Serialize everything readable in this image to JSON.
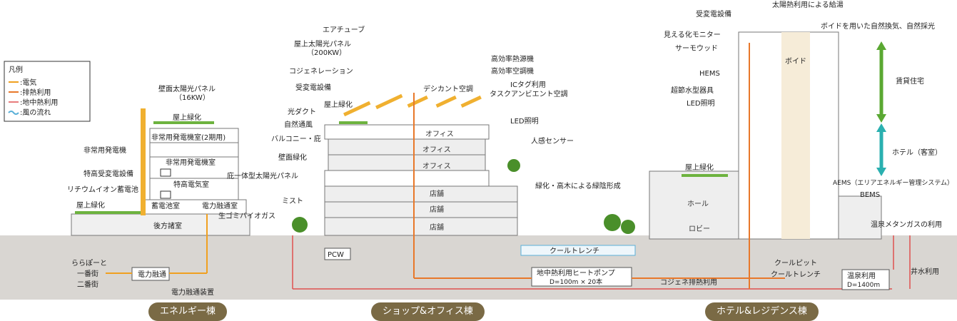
{
  "legend": {
    "title": "凡例",
    "items": [
      {
        "label": ":電気",
        "color": "#f0a020"
      },
      {
        "label": ":排熱利用",
        "color": "#e8782a"
      },
      {
        "label": ":地中熱利用",
        "color": "#e05050"
      },
      {
        "label": ":風の流れ",
        "color": "#5ab0d8"
      }
    ]
  },
  "buildings": {
    "energy": "エネルギー棟",
    "shop_office": "ショップ&オフィス棟",
    "hotel": "ホテル&レジデンス棟"
  },
  "energy_labels": {
    "wall_solar": "壁面太陽光パネル",
    "wall_solar_kw": "（16KW）",
    "roof_green": "屋上緑化",
    "gen_room2": "非常用発電機室(2期用)",
    "emergency_gen": "非常用発電機",
    "gen_room": "非常用発電機室",
    "special_hv": "特高受変電設備",
    "special_room": "特高電気室",
    "li_battery": "リチウムイオン蓄電池",
    "battery_room": "蓄電池室",
    "power_room": "電力融通室",
    "roof_green2": "屋上緑化",
    "backup": "後方諸室",
    "garbage": "生ゴミバイオガス"
  },
  "left_labels": {
    "lalaport": "ららぽーと",
    "block1": "一番街",
    "block2": "二番街",
    "power_share": "電力融通",
    "power_share_dev": "電力融通装置"
  },
  "office_labels": {
    "air_tube": "エアチューブ",
    "roof_solar": "屋上太陽光パネル",
    "roof_solar_kw": "（200KW）",
    "cogen": "コジェネレーション",
    "substation": "受変電設備",
    "light_duct": "光ダクト",
    "roof_green": "屋上緑化",
    "natural_vent": "自然通風",
    "balcony": "バルコニー・庇",
    "wall_green": "壁面緑化",
    "integrated_solar": "庇一体型太陽光パネル",
    "mist": "ミスト",
    "pcw": "PCW",
    "desiccant": "デシカント空調",
    "hi_heat": "高効率熱源機",
    "hi_ac": "高効率空調機",
    "ic_tag": "ICタグ利用",
    "task_ambient": "タスクアンビエント空調",
    "led": "LED照明",
    "motion": "人感センサー",
    "green_shade": "緑化・高木による緑陰形成",
    "office": "オフィス",
    "store": "店舗",
    "cool_trench": "クールトレンチ",
    "geo_pump": "地中熱利用ヒートポンプ",
    "geo_spec": "D=100m × 20本",
    "cogen_heat": "コジェネ排熱利用"
  },
  "hotel_labels": {
    "substation": "受変電設備",
    "solar_water": "太陽熱利用による給湯",
    "void_vent": "ボイドを用いた自然換気、自然採光",
    "monitor": "見える化モニター",
    "thermowood": "サーモウッド",
    "void": "ボイド",
    "hems": "HEMS",
    "water_saving": "超節水型器具",
    "led": "LED照明",
    "rental": "賃貸住宅",
    "hotel_rooms": "ホテル（客室）",
    "roof_green": "屋上緑化",
    "hall": "ホール",
    "lobby": "ロビー",
    "aems": "AEMS（エリアエネルギー管理システム）",
    "bems": "BEMS",
    "methane": "温泉メタンガスの利用",
    "cool_pit": "クールピット",
    "cool_trench": "クールトレンチ",
    "hot_spring": "温泉利用",
    "hot_spring_depth": "D=1400m",
    "well": "井水利用"
  }
}
